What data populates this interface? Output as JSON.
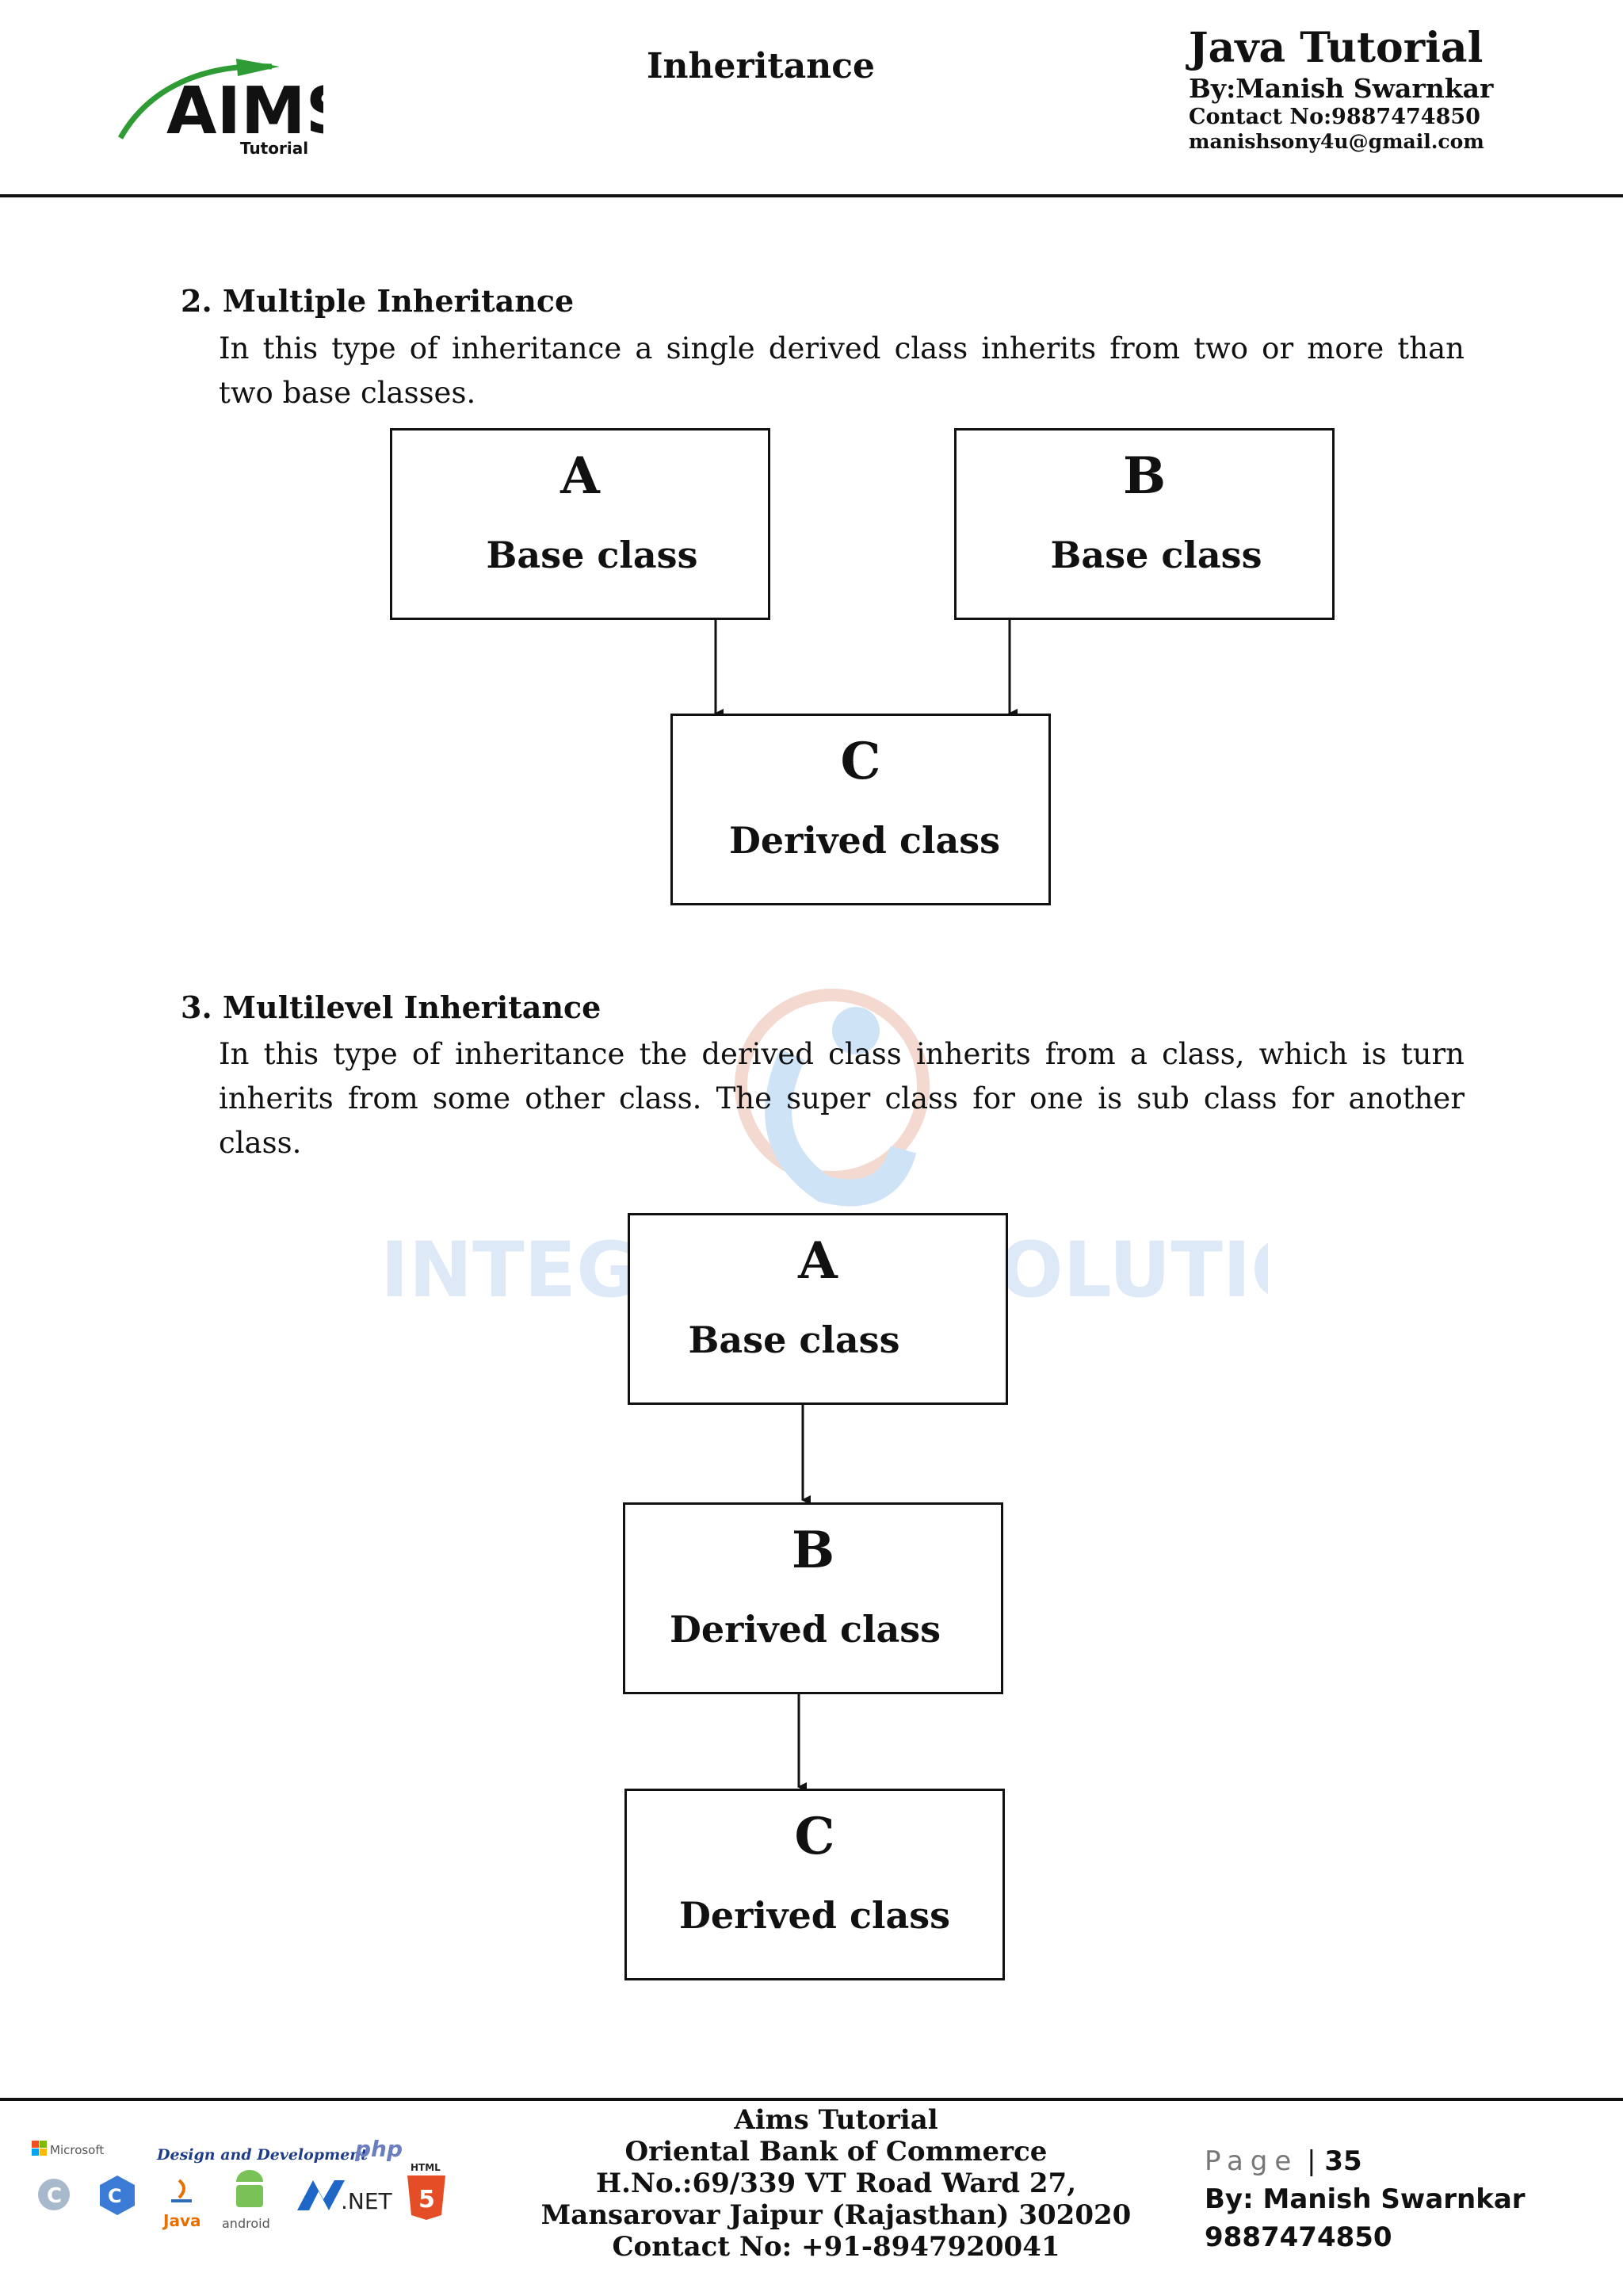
{
  "header": {
    "logo_text": "AIMS",
    "logo_subtext": "Tutorial",
    "topic": "Inheritance",
    "course": "Java Tutorial",
    "author": "By:Manish Swarnkar",
    "contact": "Contact No:9887474850",
    "email": "manishsony4u@gmail.com"
  },
  "section2": {
    "heading": "2. Multiple Inheritance",
    "text": "In this type of inheritance a single derived class inherits from two or more than two base classes.",
    "boxes": [
      {
        "letter": "A",
        "label": "Base class"
      },
      {
        "letter": "B",
        "label": "Base class"
      },
      {
        "letter": "C",
        "label": "Derived class"
      }
    ]
  },
  "section3": {
    "heading": "3. Multilevel Inheritance",
    "text": "In this type of inheritance the derived class inherits from a class, which is turn inherits from some other class. The super class for one is sub class for another class.",
    "boxes": [
      {
        "letter": "A",
        "label": "Base class"
      },
      {
        "letter": "B",
        "label": "Derived class"
      },
      {
        "letter": "C",
        "label": "Derived class"
      }
    ]
  },
  "watermark": {
    "text": "INTEGRATED SOLUTIONS PVT. LTD."
  },
  "footer": {
    "org": "Aims Tutorial",
    "bank": "Oriental Bank of Commerce",
    "address1": "H.No.:69/339 VT Road Ward 27,",
    "address2": "Mansarovar Jaipur (Rajasthan) 302020",
    "contact": "Contact No: +91-8947920041",
    "page_word": "Page",
    "page_number": "35",
    "author": "By: Manish Swarnkar",
    "phone": "9887474850",
    "logos": {
      "microsoft": "Microsoft",
      "design": "Design and Development",
      "php": "php",
      "java": "Java",
      "android": "android",
      "dotnet": ".NET",
      "html": "HTML"
    }
  }
}
